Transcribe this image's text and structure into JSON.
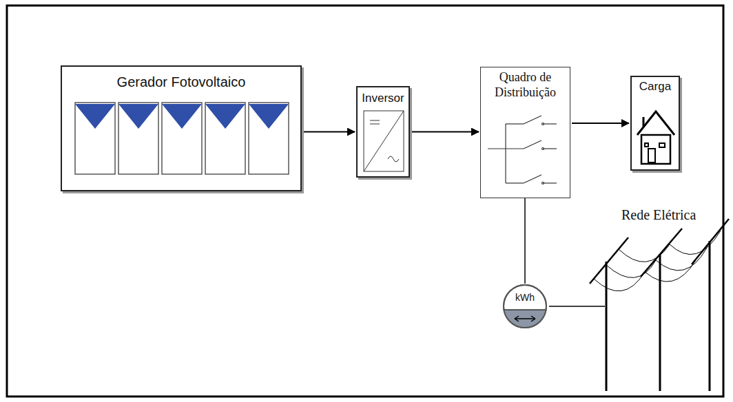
{
  "diagram": {
    "nodes": [
      {
        "text": [
          "Gerador Fotovoltaico"
        ]
      },
      {
        "text": [
          "Inversor"
        ]
      },
      {
        "text": [
          "Quadro de Distribuição"
        ]
      },
      {
        "text": [
          "Carga"
        ]
      },
      {
        "text": [
          "kWh"
        ]
      },
      {
        "text": [
          "Rede Elétrica"
        ]
      }
    ],
    "edges": [
      {
        "from": 0,
        "to": 1,
        "arrow": "to"
      },
      {
        "from": 1,
        "to": 2,
        "arrow": "to"
      },
      {
        "from": 2,
        "to": 3,
        "arrow": "to"
      },
      {
        "from": 2,
        "to": 4,
        "arrow": "none"
      },
      {
        "from": 4,
        "to": 5,
        "arrow": "none"
      }
    ]
  }
}
